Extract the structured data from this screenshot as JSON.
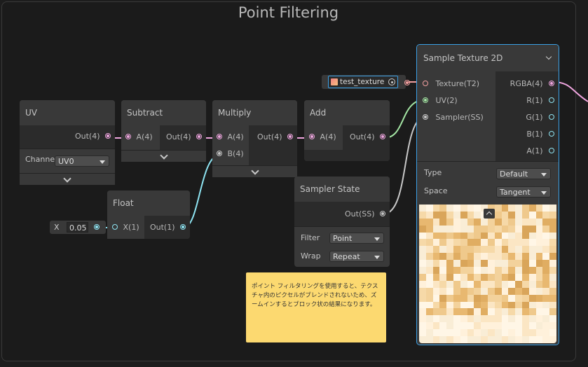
{
  "group": {
    "title": "Point Filtering"
  },
  "nodes": {
    "uv": {
      "title": "UV",
      "out": "Out(4)",
      "channel_label": "Channe",
      "channel_value": "UV0"
    },
    "subtract": {
      "title": "Subtract",
      "in_a": "A(4)",
      "out": "Out(4)"
    },
    "multiply": {
      "title": "Multiply",
      "in_a": "A(4)",
      "in_b": "B(4)",
      "out": "Out(4)"
    },
    "add": {
      "title": "Add",
      "in_a": "A(4)",
      "out": "Out(4)"
    },
    "float": {
      "title": "Float",
      "in_x": "X(1)",
      "out": "Out(1)",
      "x_label": "X",
      "x_value": "0.05"
    },
    "sampler_state": {
      "title": "Sampler State",
      "out": "Out(SS)",
      "filter_label": "Filter",
      "filter_value": "Point",
      "wrap_label": "Wrap",
      "wrap_value": "Repeat"
    },
    "sample_texture": {
      "title": "Sample Texture 2D",
      "inputs": [
        "Texture(T2)",
        "UV(2)",
        "Sampler(SS)"
      ],
      "outputs": [
        "RGBA(4)",
        "R(1)",
        "G(1)",
        "B(1)",
        "A(1)"
      ],
      "type_label": "Type",
      "type_value": "Default",
      "space_label": "Space",
      "space_value": "Tangent"
    }
  },
  "texture_property": {
    "name": "test_texture"
  },
  "sticky_note": {
    "text": "ポイント フィルタリングを使用すると、テクスチャ内のピクセルがブレンドされないため、ズームインするとブロック状の結果になります。"
  },
  "colors": {
    "vector4": "#f0a6e0",
    "vector1": "#8ee4f2",
    "vector2": "#a4e6a4",
    "texture": "#f2a0a0",
    "selection": "#3aa0e6",
    "sticky": "#fcd970"
  }
}
